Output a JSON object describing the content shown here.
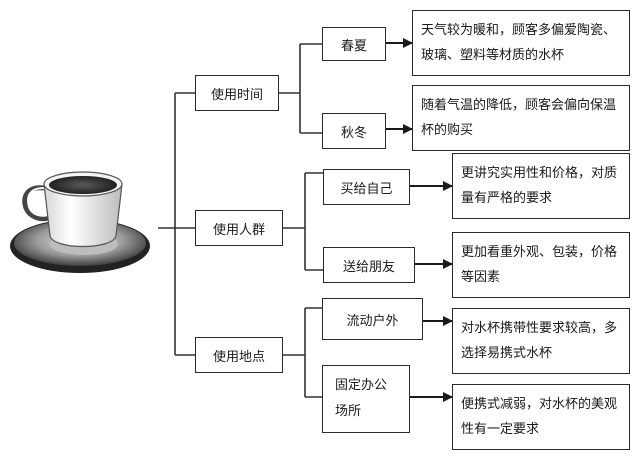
{
  "categories": [
    {
      "label": "使用时间",
      "branches": [
        {
          "label": "春夏",
          "description": "天气较为暖和，顾客多偏爱陶瓷、玻璃、塑料等材质的水杯"
        },
        {
          "label": "秋冬",
          "description": "随着气温的降低，顾客会偏向保温杯的购买"
        }
      ]
    },
    {
      "label": "使用人群",
      "branches": [
        {
          "label": "买给自己",
          "description": "更讲究实用性和价格，对质量有严格的要求"
        },
        {
          "label": "送给朋友",
          "description": "更加看重外观、包装，价格等因素"
        }
      ]
    },
    {
      "label": "使用地点",
      "branches": [
        {
          "label": "流动户外",
          "description": "对水杯携带性要求较高，多选择易携式水杯"
        },
        {
          "label": "固定办公场所",
          "description": "便携式减弱，对水杯的美观性有一定要求"
        }
      ]
    }
  ]
}
